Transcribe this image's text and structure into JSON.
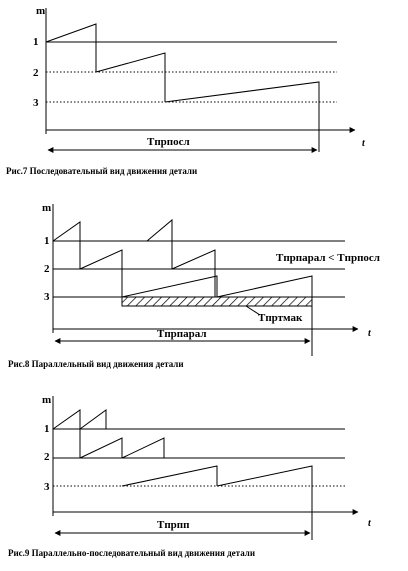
{
  "figures": [
    {
      "id": "fig7",
      "y_axis_label": "m",
      "x_axis_label": "t",
      "operation_labels": [
        "1",
        "2",
        "3"
      ],
      "duration_label": "Tпрпосл",
      "caption": "Рис.7  Последовательный вид движения детали"
    },
    {
      "id": "fig8",
      "y_axis_label": "m",
      "x_axis_label": "t",
      "operation_labels": [
        "1",
        "2",
        "3"
      ],
      "duration_label": "Tпрпарал",
      "comparison_label": "Tпрпарал < Tпрпосл",
      "downtime_label": "Tпртмак",
      "caption": "Рис.8  Параллельный вид движения детали"
    },
    {
      "id": "fig9",
      "y_axis_label": "m",
      "x_axis_label": "t",
      "operation_labels": [
        "1",
        "2",
        "3"
      ],
      "duration_label": "Tпрпп",
      "caption": "Рис.9  Параллельно-последовательный вид движения детали"
    }
  ]
}
